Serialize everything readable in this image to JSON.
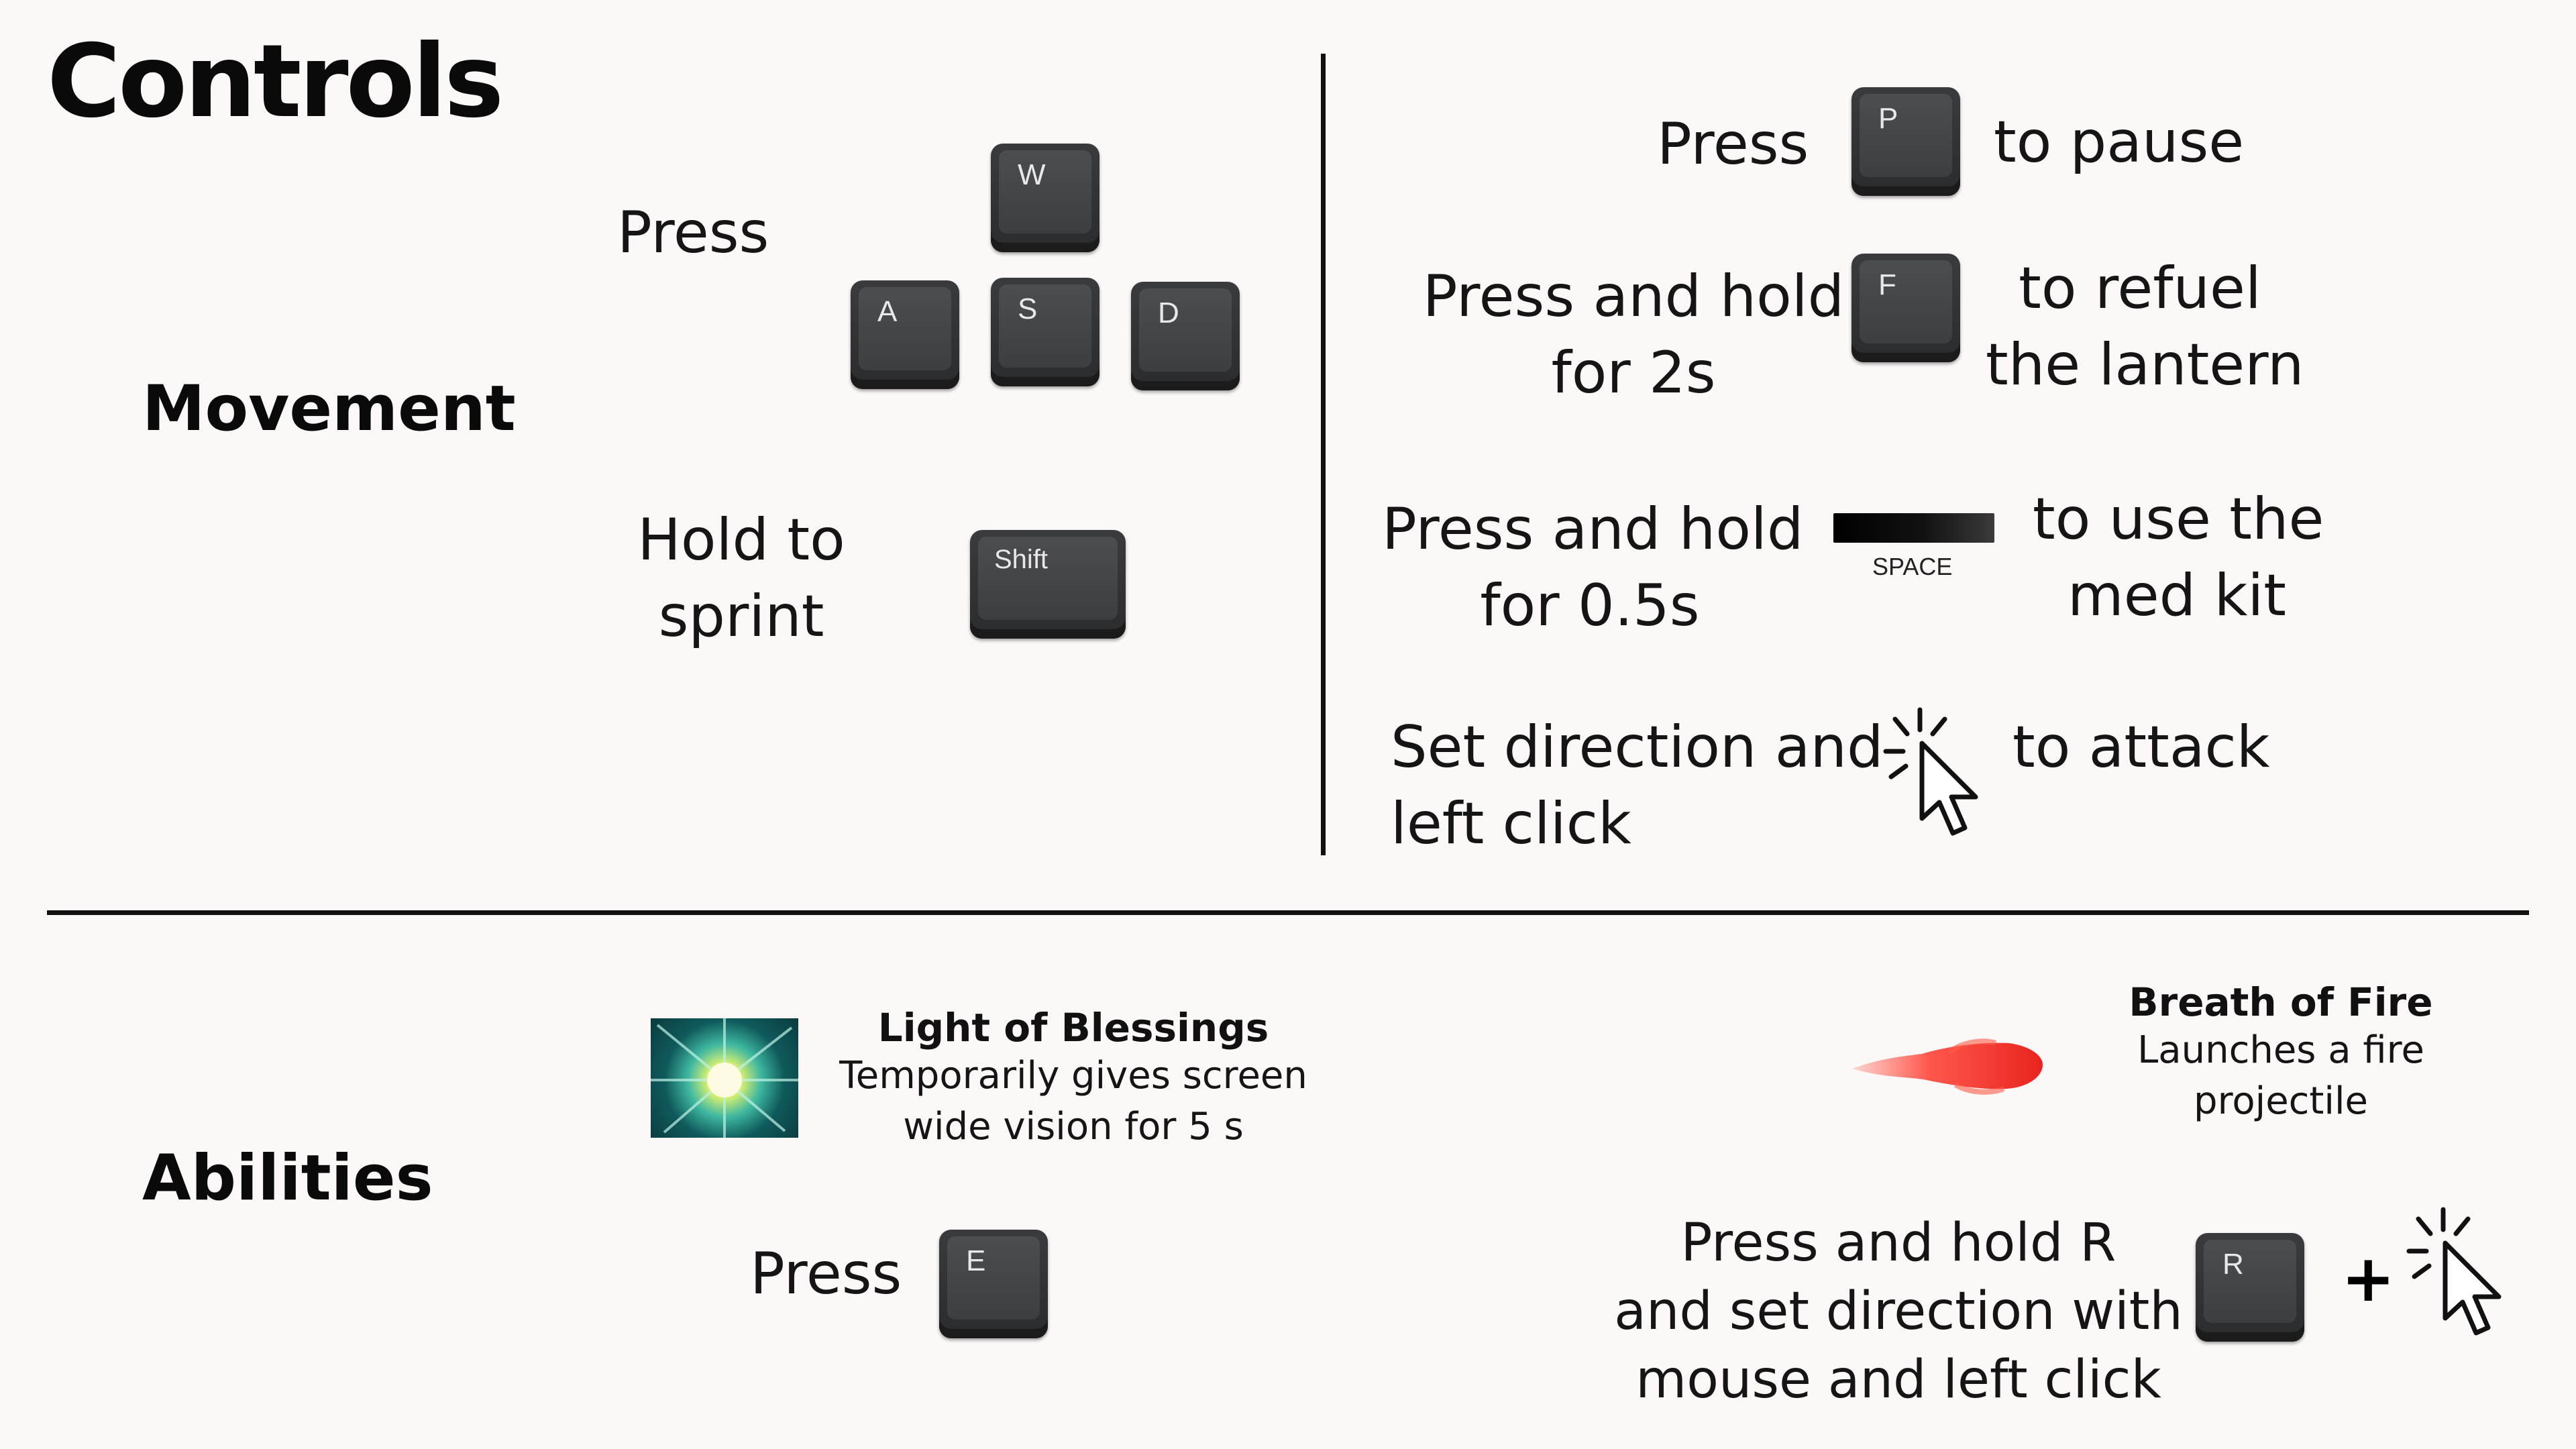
{
  "header": {
    "title": "Controls"
  },
  "movement": {
    "heading": "Movement",
    "press_label": "Press",
    "keys": {
      "w": "W",
      "a": "A",
      "s": "S",
      "d": "D"
    },
    "sprint_line1": "Hold to",
    "sprint_line2": "sprint",
    "shift_key": "Shift"
  },
  "actions": {
    "pause": {
      "prefix": "Press",
      "key": "P",
      "suffix": "to pause"
    },
    "refuel": {
      "prefix_line1": "Press and hold",
      "prefix_line2": "for 2s",
      "key": "F",
      "suffix_line1": "to refuel",
      "suffix_line2": "the lantern"
    },
    "medkit": {
      "prefix_line1": "Press and hold",
      "prefix_line2": "for 0.5s",
      "key": "SPACE",
      "suffix_line1": "to use the",
      "suffix_line2": "med kit"
    },
    "attack": {
      "prefix_line1": "Set direction and",
      "prefix_line2": "left click",
      "suffix": "to attack"
    }
  },
  "abilities": {
    "heading": "Abilities",
    "light": {
      "name": "Light of Blessings",
      "desc_line1": "Temporarily gives screen",
      "desc_line2": "wide vision for 5 s",
      "press_label": "Press",
      "key": "E"
    },
    "fire": {
      "name": "Breath of Fire",
      "desc_line1": "Launches a fire",
      "desc_line2": "projectile",
      "instr_line1": "Press and hold R",
      "instr_line2": "and set direction with",
      "instr_line3": "mouse and left click",
      "key": "R",
      "plus": "+"
    }
  },
  "colors": {
    "background": "#fcf8f7",
    "key": "#3a3b3e",
    "text": "#111111"
  },
  "icons": [
    "cursor-click-icon",
    "light-burst-icon",
    "fire-projectile-icon"
  ]
}
